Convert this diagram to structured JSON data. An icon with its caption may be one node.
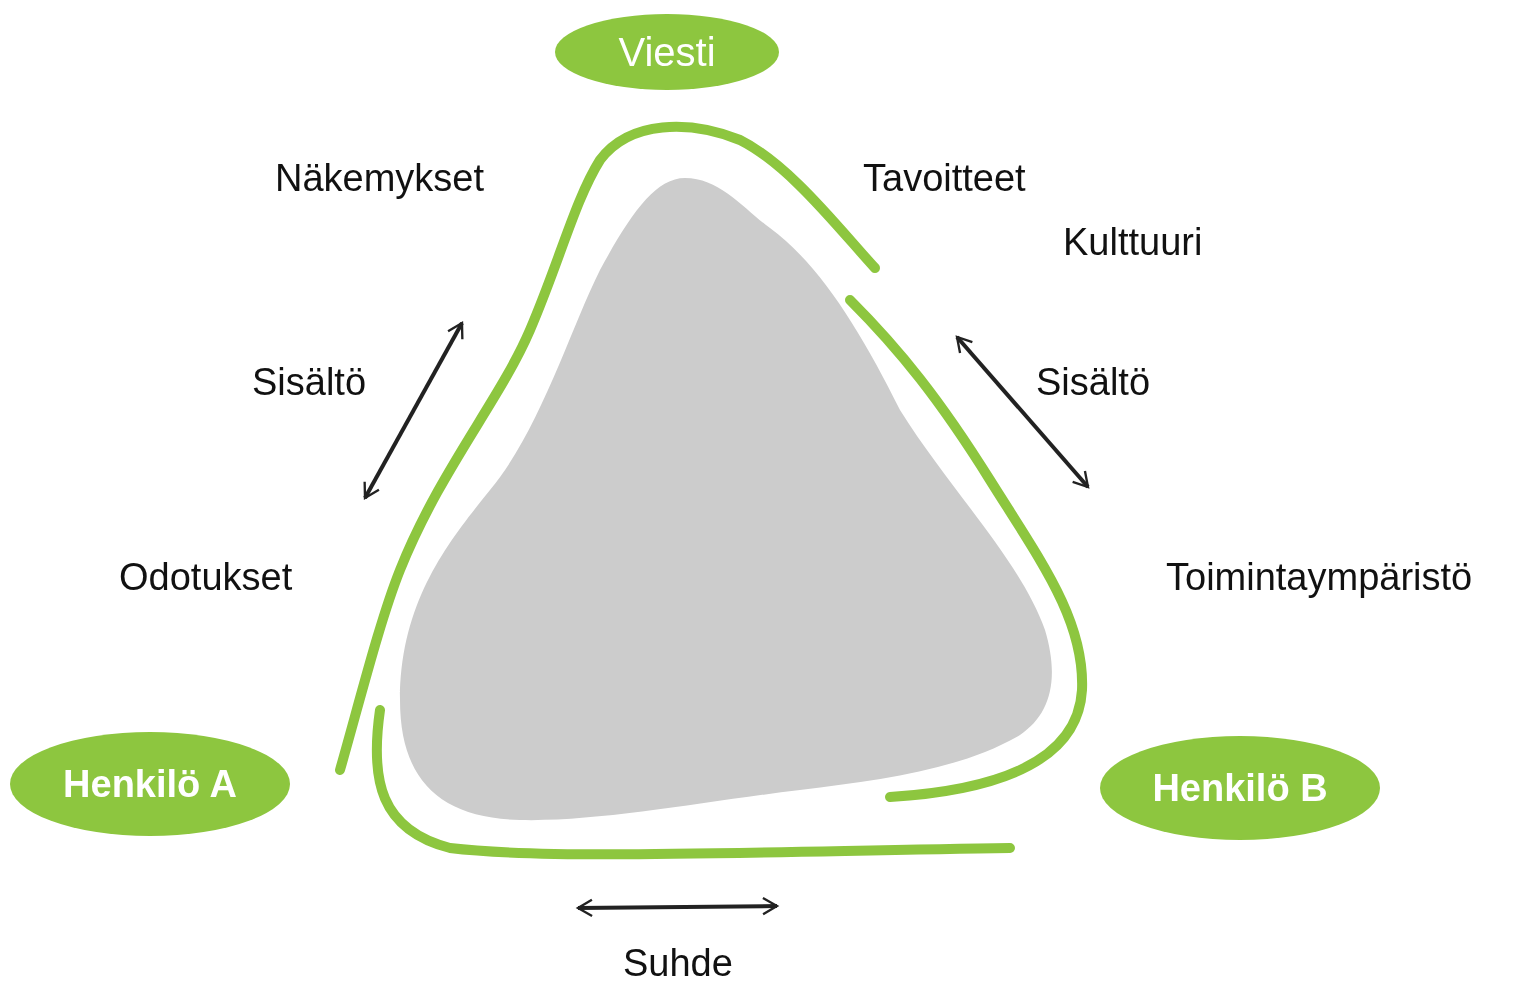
{
  "diagram": {
    "nodes": [
      {
        "text": [
          "Viesti"
        ]
      },
      {
        "text": [
          "Henkilö A"
        ]
      },
      {
        "text": [
          "Henkilö B"
        ]
      }
    ],
    "labels": [
      "Näkemykset",
      "Tavoitteet",
      "Kulttuuri",
      "Sisältö",
      "Sisältö",
      "Odotukset",
      "Toimintaympäristö",
      "Suhde"
    ]
  }
}
